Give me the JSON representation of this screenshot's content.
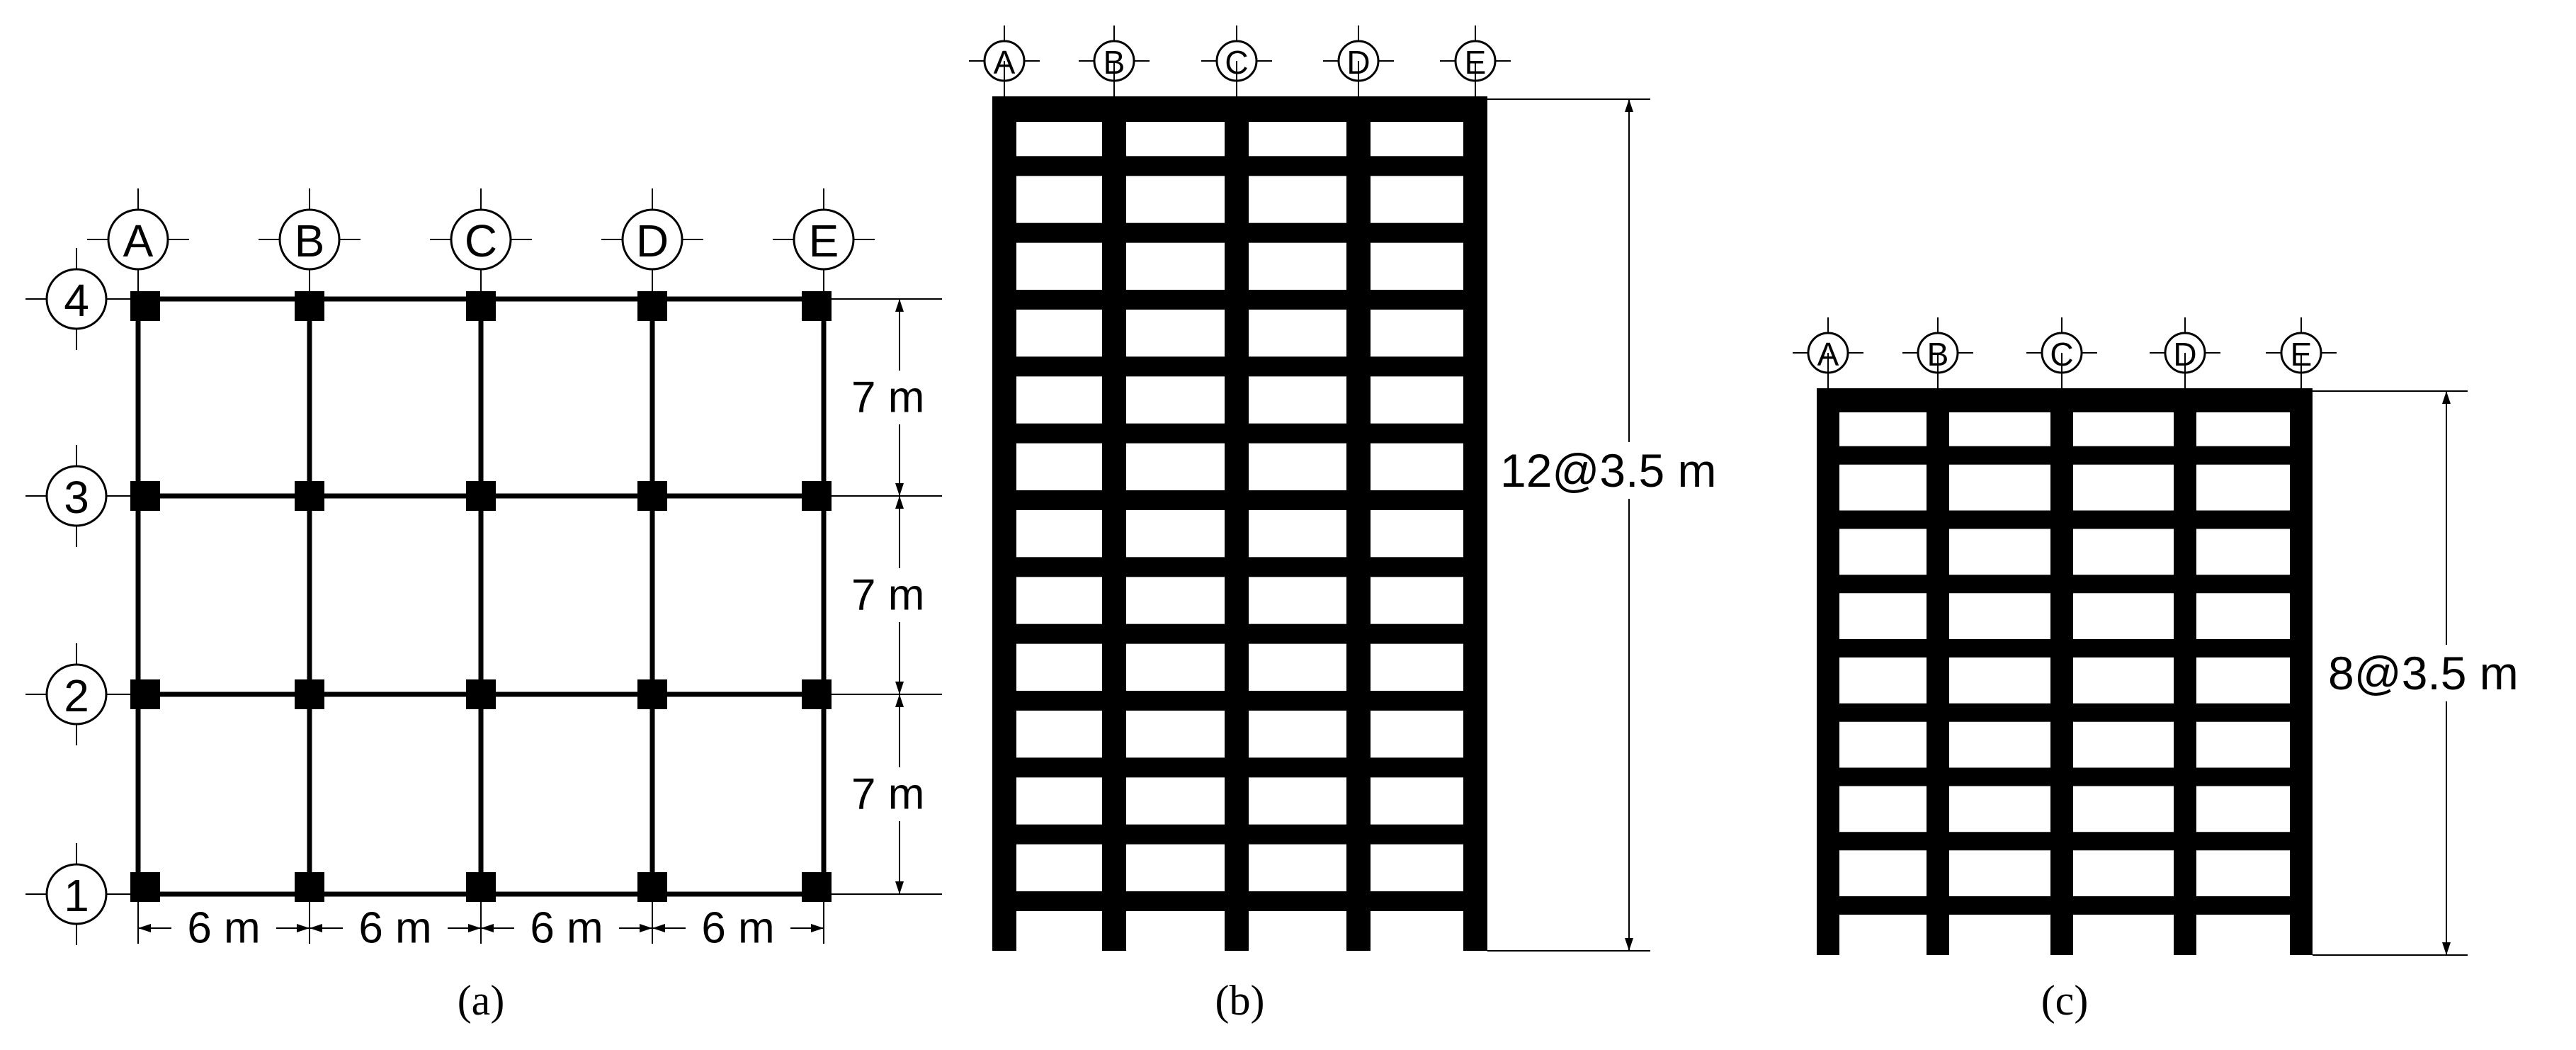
{
  "axes": {
    "columns": [
      "A",
      "B",
      "C",
      "D",
      "E"
    ],
    "rows": [
      "4",
      "3",
      "2",
      "1"
    ]
  },
  "plan": {
    "bay_dims": [
      "6 m",
      "6 m",
      "6 m",
      "6 m"
    ],
    "story_dims": [
      "7 m",
      "7 m",
      "7 m"
    ],
    "caption": "(a)"
  },
  "elevation_b": {
    "stories": 12,
    "height_label": "12@3.5 m",
    "caption": "(b)"
  },
  "elevation_c": {
    "stories": 8,
    "height_label": "8@3.5 m",
    "caption": "(c)"
  },
  "colors": {
    "ink": "#000000",
    "paper": "#ffffff"
  }
}
